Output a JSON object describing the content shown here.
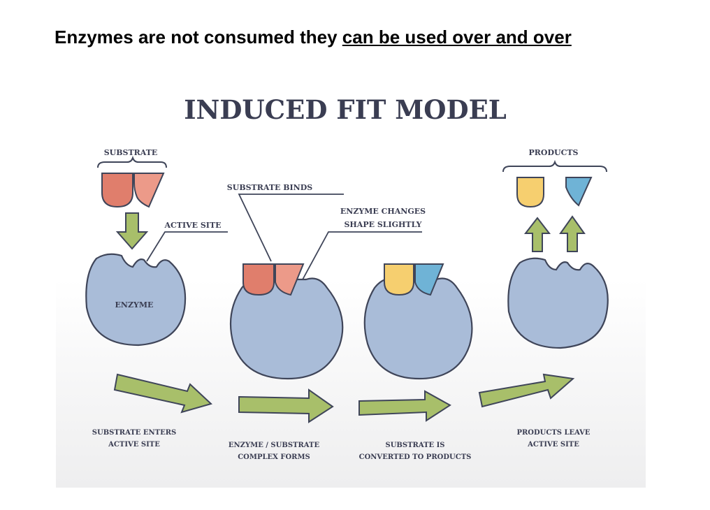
{
  "headline": {
    "plain": "Enzymes are not consumed they ",
    "underlined": "can be used over and over"
  },
  "diagram": {
    "title": "INDUCED FIT MODEL",
    "labels": {
      "substrate": "SUBSTRATE",
      "active_site": "ACTIVE SITE",
      "enzyme": "ENZYME",
      "substrate_binds": "SUBSTRATE BINDS",
      "enzyme_changes_line1": "ENZYME CHANGES",
      "enzyme_changes_line2": "SHAPE SLIGHTLY",
      "products": "PRODUCTS"
    },
    "steps": [
      {
        "line1": "SUBSTRATE ENTERS",
        "line2": "ACTIVE SITE"
      },
      {
        "line1": "ENZYME / SUBSTRATE",
        "line2": "COMPLEX FORMS"
      },
      {
        "line1": "SUBSTRATE IS",
        "line2": "CONVERTED TO PRODUCTS"
      },
      {
        "line1": "PRODUCTS LEAVE",
        "line2": "ACTIVE SITE"
      }
    ],
    "colors": {
      "enzyme_fill": "#a9bcd8",
      "enzyme_stroke": "#3f4559",
      "substrate_a": "#e07e6c",
      "substrate_b": "#ec9a89",
      "product_yellow": "#f6cf6f",
      "product_blue": "#6fb3d6",
      "arrow_fill": "#a8bf6a",
      "arrow_stroke": "#3f4559",
      "text": "#3a3d52"
    }
  }
}
